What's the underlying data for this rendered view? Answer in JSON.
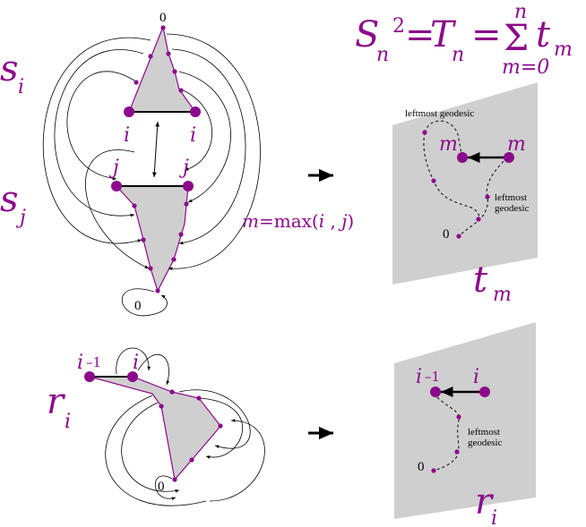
{
  "formula": {
    "S": "S",
    "n_sub": "n",
    "sq": "2",
    "eq1": "=",
    "T": "T",
    "n_sub2": "n",
    "eq2": "=",
    "sigma": "Σ",
    "sum_top": "n",
    "sum_bottom": "m=0",
    "t": "t",
    "m_sub": "m"
  },
  "left_labels": {
    "s_i": "s",
    "s_i_sub": "i",
    "s_j": "s",
    "s_j_sub": "j",
    "r_i": "r",
    "r_i_sub": "i"
  },
  "diagram_top": {
    "zero_top": "0",
    "zero_bottom": "0",
    "i_left": "i",
    "i_right": "i",
    "j_left": "j",
    "j_right": "j"
  },
  "middle": {
    "m_eq": "m",
    "max_text": "=max(",
    "i": "i",
    "comma": " , ",
    "j": "j",
    "close": ")"
  },
  "panel_top": {
    "leftmost_geodesic_1": "leftmost  geodesic",
    "leftmost": "leftmost",
    "geodesic": "geodesic",
    "m_left": "m",
    "m_right": "m",
    "zero": "0",
    "t": "t",
    "t_sub": "m"
  },
  "diagram_bottom": {
    "i_minus": "i",
    "minus_one": "–1",
    "i": "i",
    "zero": "0"
  },
  "panel_bottom": {
    "i_minus": "i",
    "minus_one": "–1",
    "i": "i",
    "leftmost": "leftmost",
    "geodesic": "geodesic",
    "zero": "0",
    "r": "r",
    "r_sub": "i"
  },
  "colors": {
    "accent": "#8b0a8b",
    "fill": "#cfcfcf",
    "line": "#000000"
  }
}
